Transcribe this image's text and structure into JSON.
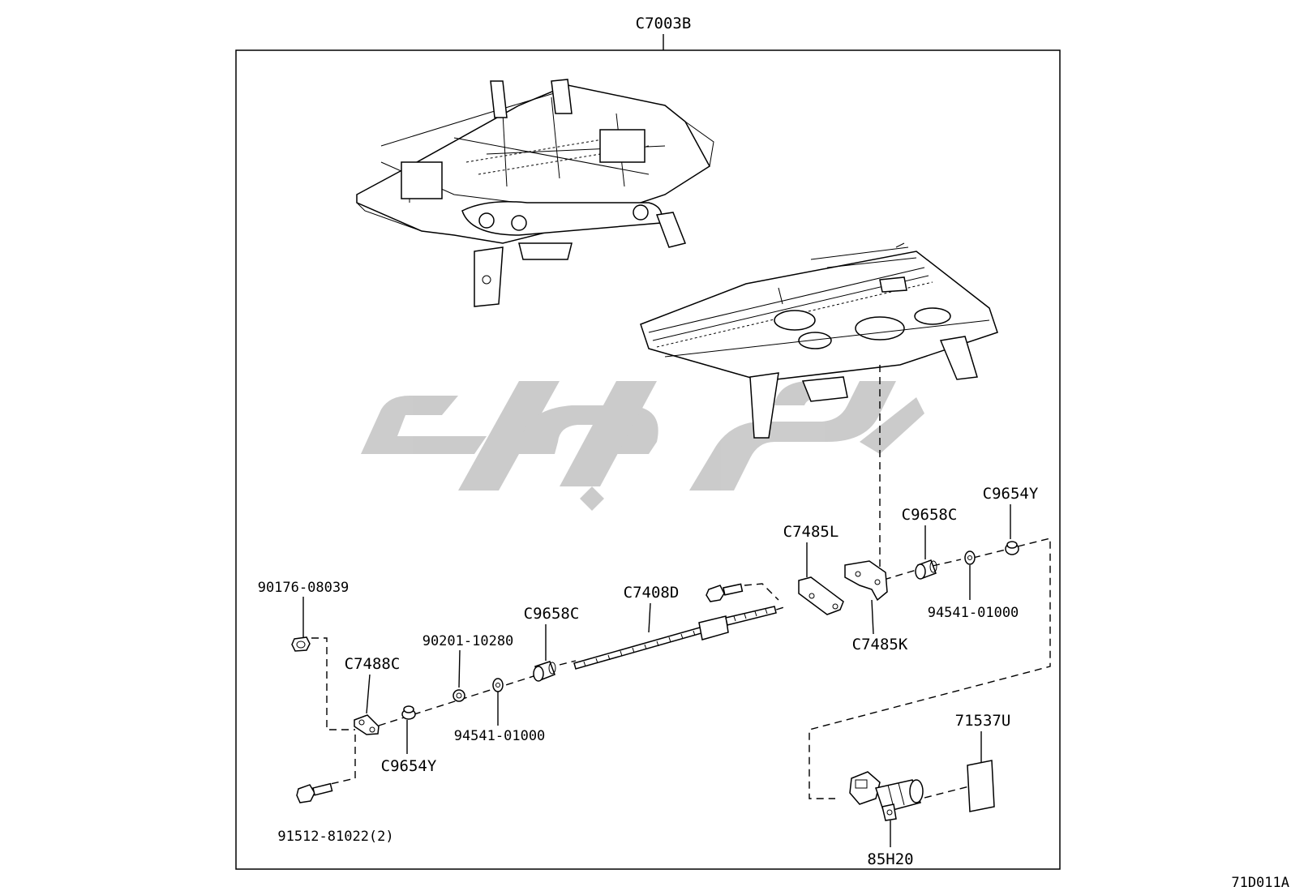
{
  "assembly": {
    "code": "C7003B"
  },
  "illustration_id": "71D011A",
  "parts": {
    "nut_top": "90176-08039",
    "bracket_plate": "C7488C",
    "bolt_bottom": "91512-81022(2)",
    "collar_left": "C9654Y",
    "washer_left_a": "90201-10280",
    "washer_left_b": "94541-01000",
    "bushing_left": "C9658C",
    "screw_shaft": "C7408D",
    "bracket_upper": "C7485L",
    "bracket_lower": "C7485K",
    "bushing_right": "C9658C",
    "collar_right": "C9654Y",
    "washer_right": "94541-01000",
    "label_sheet": "71537U",
    "motor": "85H20"
  }
}
